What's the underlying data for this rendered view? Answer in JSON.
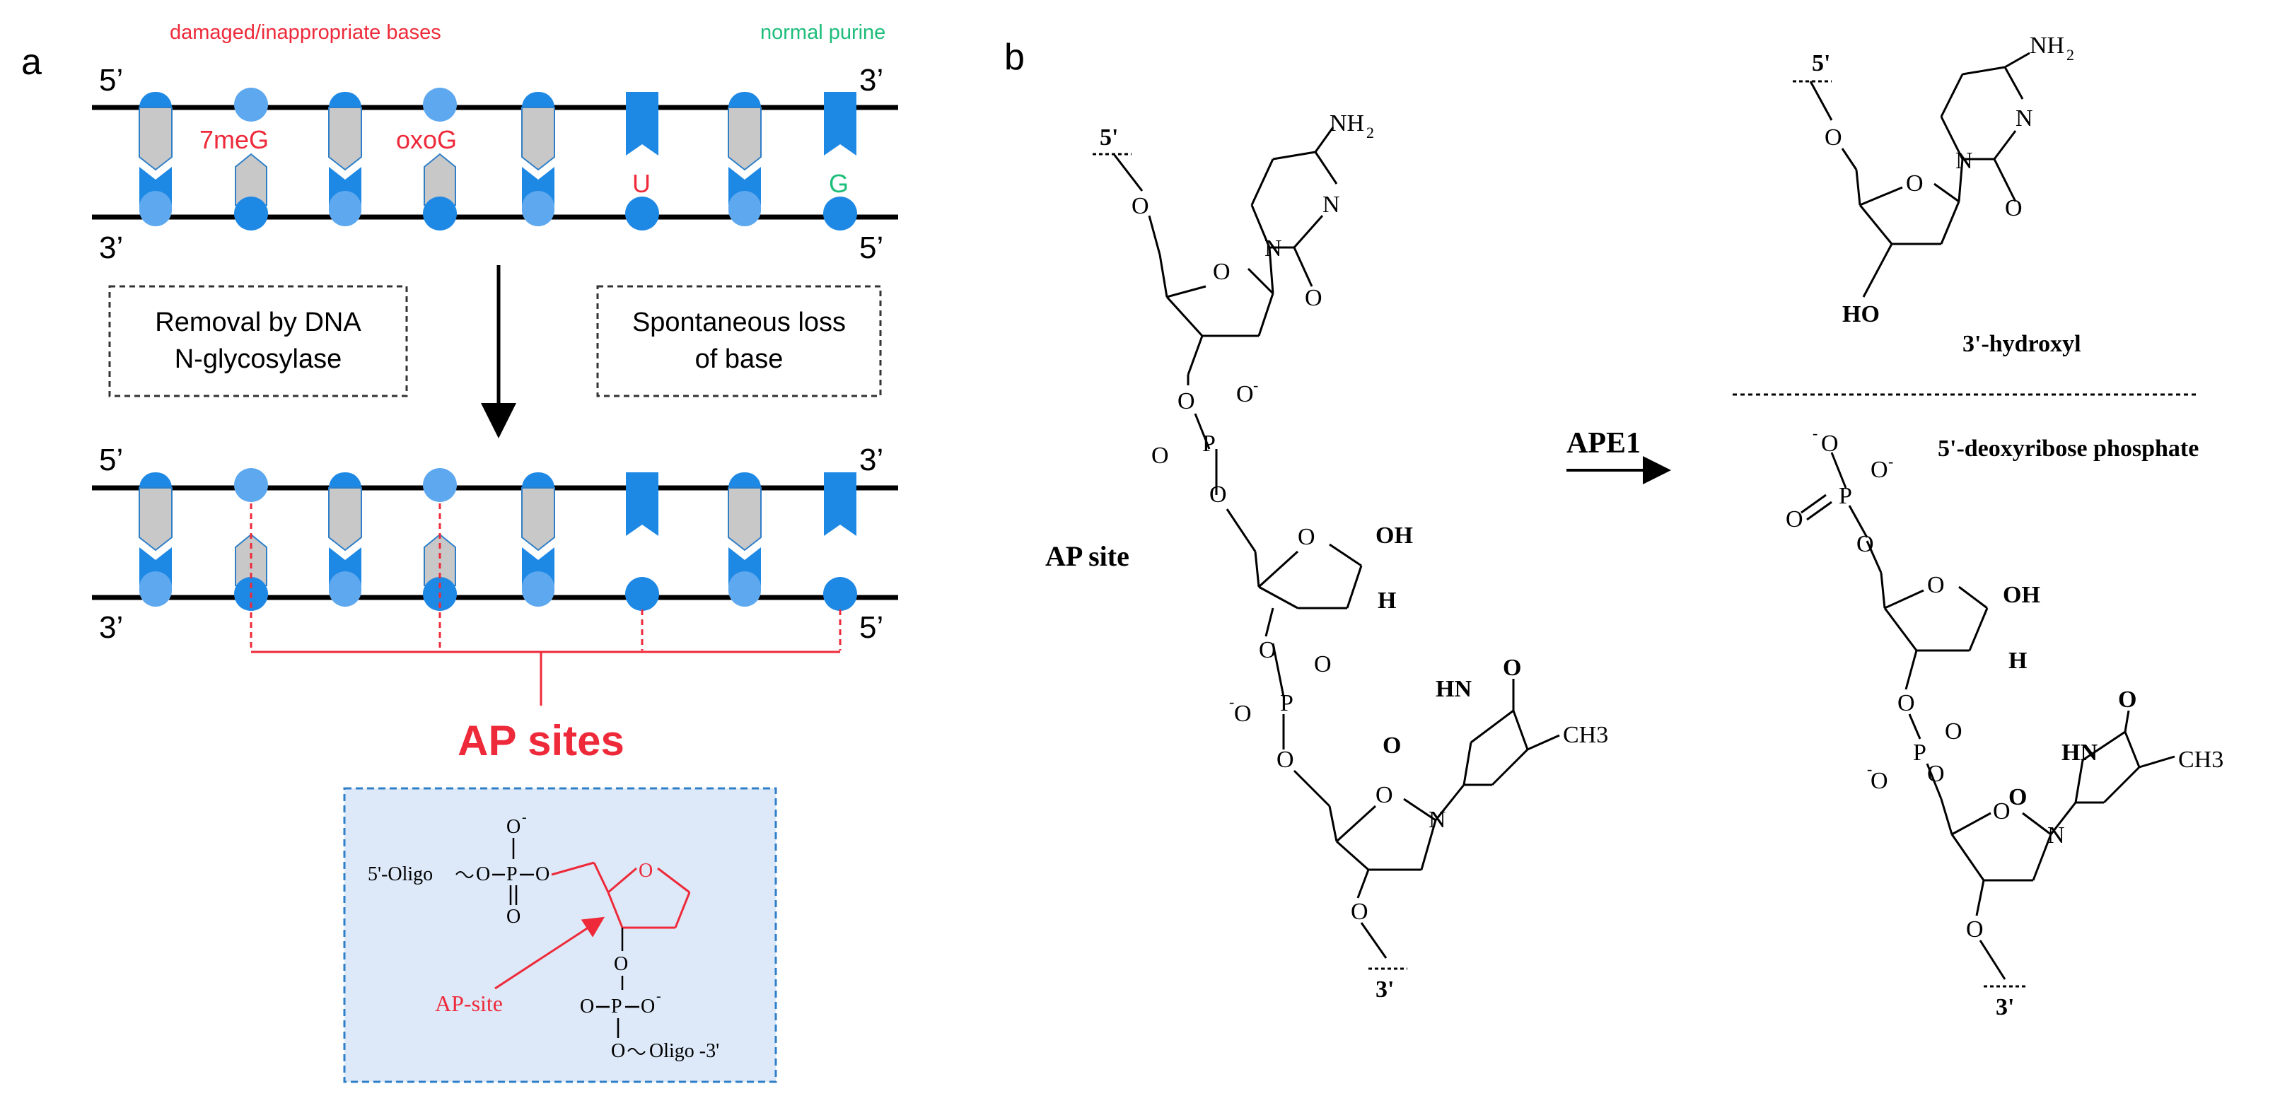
{
  "panel_a": {
    "label": "a",
    "header_damaged": "damaged/inappropriate bases",
    "header_normal": "normal purine",
    "strand_top": {
      "left": "5’",
      "right": "3’"
    },
    "strand_bottom": {
      "left": "3’",
      "right": "5’"
    },
    "strand_top2": {
      "left": "5’",
      "right": "3’"
    },
    "strand_bottom2": {
      "left": "3’",
      "right": "5’"
    },
    "base_labels": [
      "7meG",
      "oxoG",
      "U",
      "G"
    ],
    "box_left": [
      "Removal by DNA",
      "N-glycosylase"
    ],
    "box_right": [
      "Spontaneous loss",
      "of base"
    ],
    "ap_sites_title": "AP sites",
    "inset": {
      "oligo5": "5'-Oligo",
      "oligo3": "Oligo -3'",
      "ap_site": "AP-site",
      "atoms": {
        "O": "O",
        "P": "P",
        "Ominus": "O",
        "minus": "-"
      }
    }
  },
  "panel_b": {
    "label": "b",
    "ap_site": "AP site",
    "enzyme": "APE1",
    "hydroxyl": "3'-hydroxyl",
    "deoxyribose": "5'-deoxyribose phosphate",
    "five_prime": "5'",
    "three_prime": "3'",
    "nh2": "NH",
    "nh2_sub": "2",
    "ch3": "CH3",
    "hn": "HN",
    "oh": "OH",
    "ho": "HO",
    "h": "H",
    "o": "O",
    "n": "N",
    "p": "P",
    "minus": "-"
  },
  "colors": {
    "red": "#ee2a3a",
    "green": "#1dbd7a",
    "blue_dark": "#1e88e5",
    "blue_light": "#5da8ee",
    "grey_base": "#c8c8c8",
    "inset_bg": "#dde9f8",
    "inset_border": "#2f7fc8"
  }
}
